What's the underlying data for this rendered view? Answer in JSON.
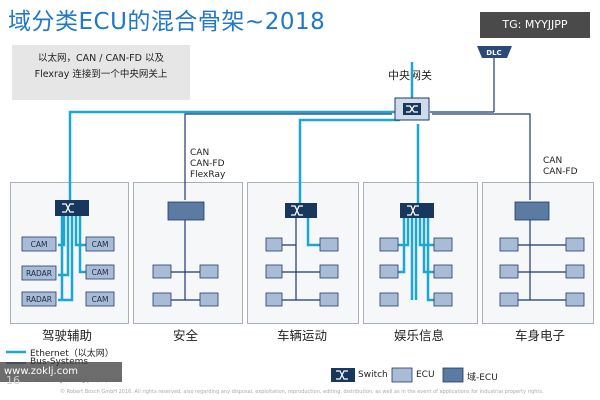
{
  "title": "域分类ECU的混合骨架~2018",
  "watermark_tg": "TG: MYYJJPP",
  "note_lines": [
    "以太网，CAN / CAN-FD 以及",
    "Flexray 连接到一个中央网关上"
  ],
  "gateway_label": "中央网关",
  "dlc_label": "DLC",
  "bus_labels": {
    "safety": [
      "CAN",
      "CAN-FD",
      "FlexRay"
    ],
    "body": [
      "CAN",
      "CAN-FD"
    ]
  },
  "adas_ecus": [
    "CAM",
    "CAM",
    "CAM",
    "CAM",
    "RADAR",
    "RADAR"
  ],
  "domains": [
    "驾驶辅助",
    "安全",
    "车辆运动",
    "娱乐信息",
    "车身电子"
  ],
  "legend": {
    "ethernet": "Ethernet（以太网）",
    "bus": "Bus-Systems",
    "switch": "Switch",
    "ecu": "ECU",
    "domain_ecu": "域-ECU"
  },
  "colors": {
    "title": "#1f78c8",
    "ethernet": "#1aa7d6",
    "bus": "#1e3a6e",
    "switch": "#17375e",
    "ecu": "#a9bcd6",
    "domain_ecu": "#5b7ba3"
  },
  "watermark_site": "www.zoklj.com",
  "page_number": "16",
  "bosch_line": "Bosch Engineering | 10/10/2016",
  "footer_text": "© Robert Bosch GmbH 2016. All rights reserved, also regarding any disposal, exploitation, reproduction, editing, distribution, as well as in the event of applications for industrial property rights."
}
